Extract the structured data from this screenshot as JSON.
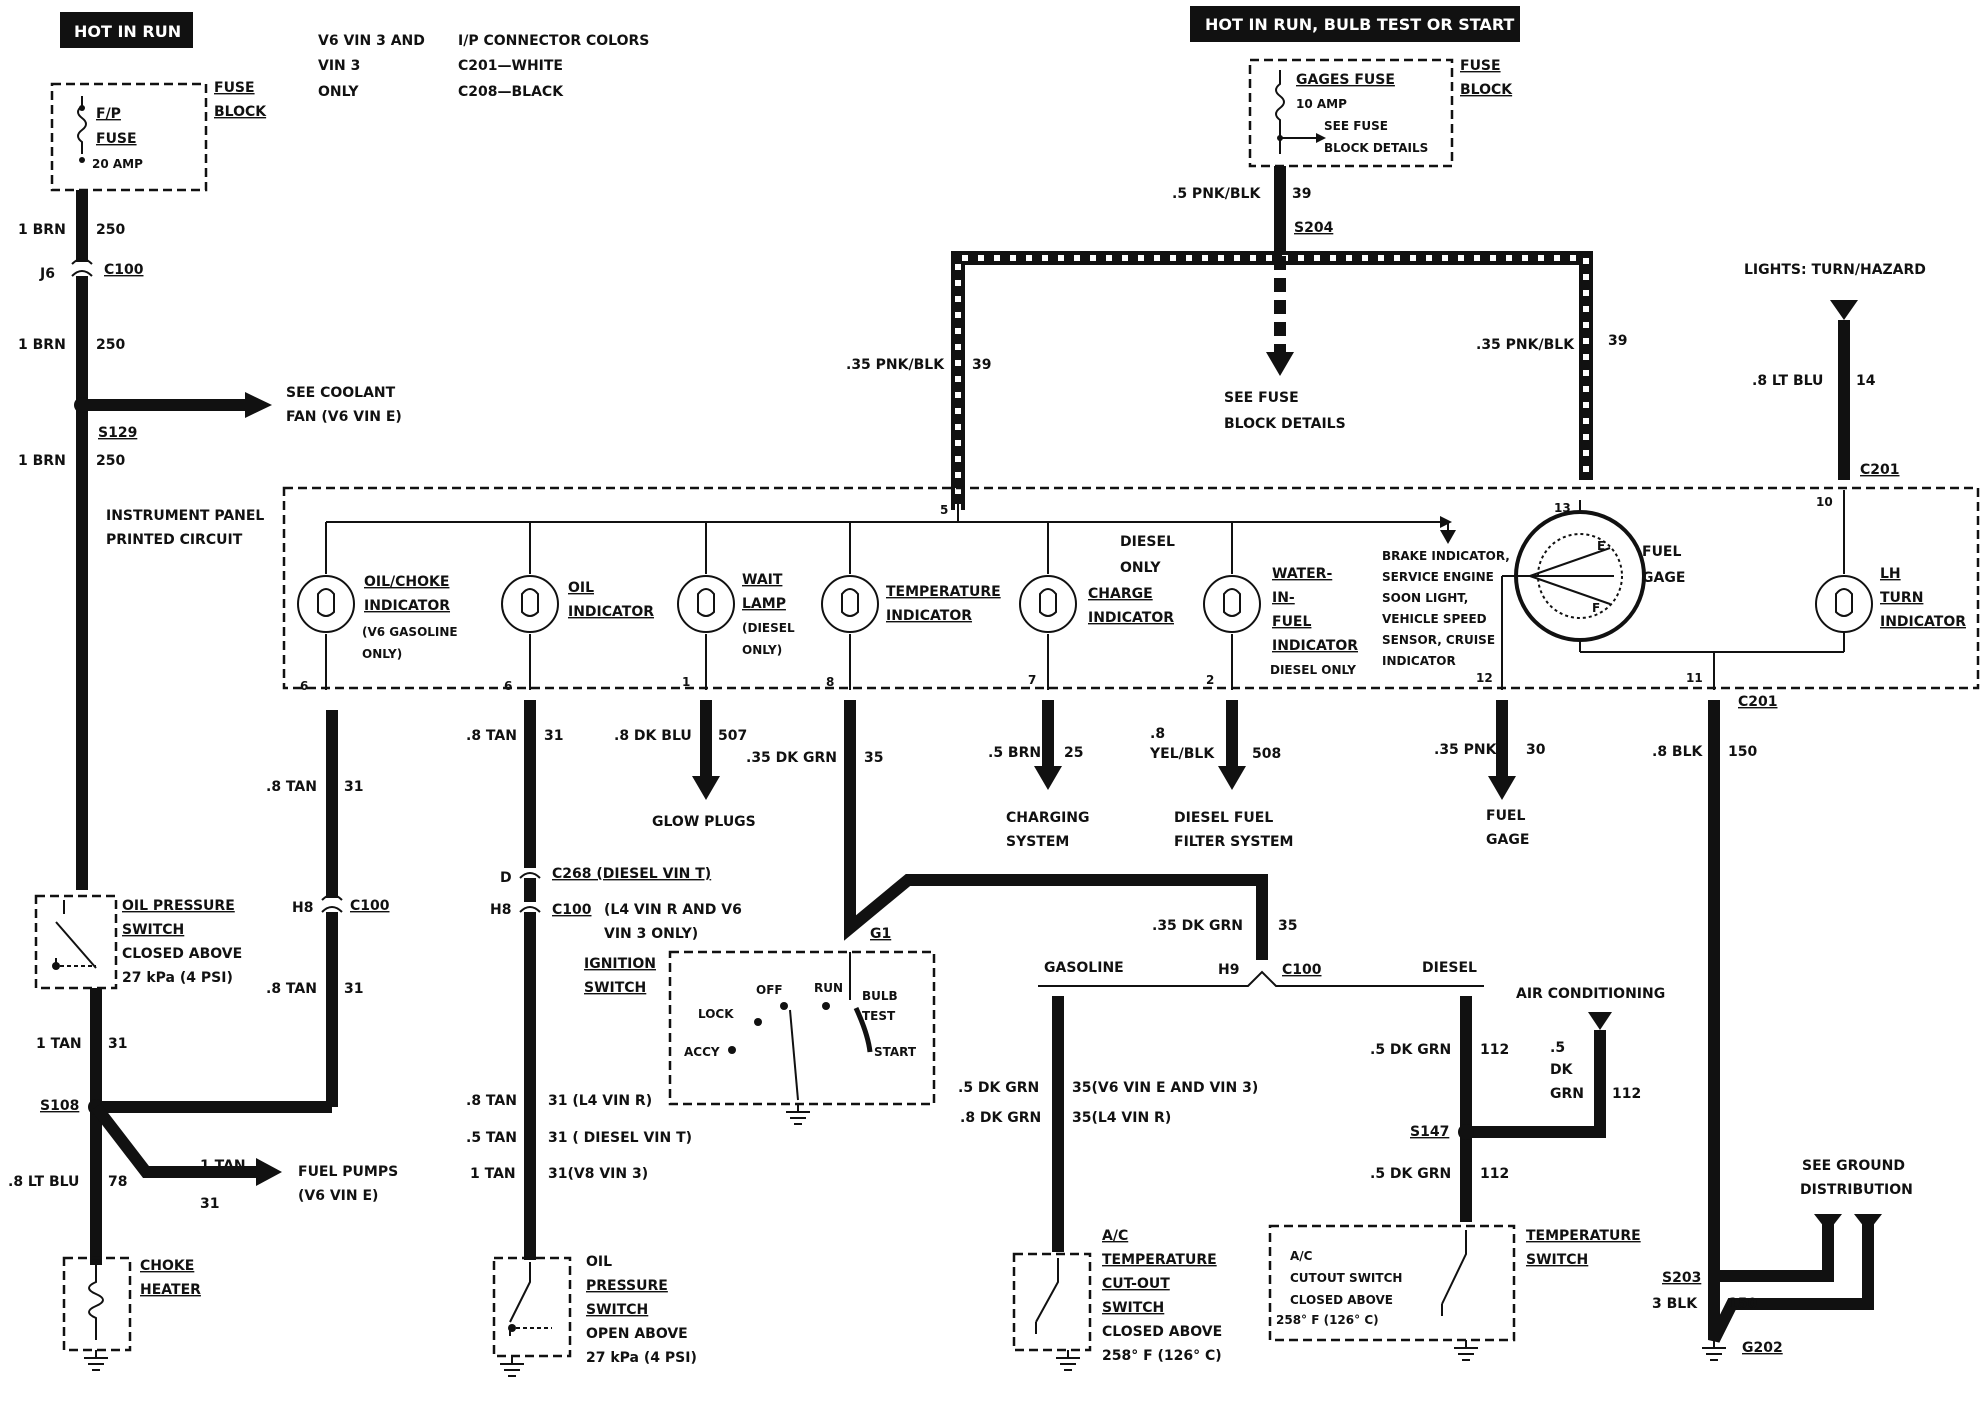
{
  "headers": {
    "hot_in_run": "HOT IN RUN",
    "hot_in_run_bulb": "HOT IN RUN, BULB TEST OR START"
  },
  "notes": {
    "vin_line1": "V6 VIN 3 AND",
    "vin_line2": "VIN 3",
    "vin_line3": "ONLY",
    "ip_colors_title": "I/P CONNECTOR COLORS",
    "c201": "C201—WHITE",
    "c208": "C208—BLACK"
  },
  "fuse_left": {
    "name1": "F/P",
    "name2": "FUSE",
    "rating": "20 AMP",
    "block1": "FUSE",
    "block2": "BLOCK"
  },
  "fuse_right": {
    "name": "GAGES FUSE",
    "rating": "10 AMP",
    "see1": "SEE FUSE",
    "see2": "BLOCK DETAILS",
    "block1": "FUSE",
    "block2": "BLOCK"
  },
  "left_wires": {
    "w1": "1 BRN",
    "c1": "250",
    "j6": "J6",
    "c100": "C100",
    "w2": "1 BRN",
    "c2": "250",
    "s129": "S129",
    "w3": "1 BRN",
    "c3": "250",
    "coolant1": "SEE COOLANT",
    "coolant2": "FAN (V6 VIN E)",
    "ops1": "OIL PRESSURE",
    "ops2": "SWITCH",
    "ops3": "CLOSED ABOVE",
    "ops4": "27 kPa (4 PSI)",
    "w4": "1 TAN",
    "c4": "31",
    "s108": "S108",
    "w5": "1 TAN",
    "c5": "31",
    "pumps1": "FUEL PUMPS",
    "pumps2": "(V6 VIN E)",
    "w6": ".8 LT BLU",
    "c6": "78",
    "choke1": "CHOKE",
    "choke2": "HEATER",
    "w7": ".8 TAN",
    "c7": "31",
    "h8": "H8",
    "c100b": "C100",
    "w8": ".8 TAN",
    "c8": "31"
  },
  "panel": {
    "title1": "INSTRUMENT PANEL",
    "title2": "PRINTED CIRCUIT",
    "diesel_only1": "DIESEL",
    "diesel_only2": "ONLY",
    "pins": [
      "6",
      "6",
      "1",
      "8",
      "7",
      "2",
      "12",
      "11",
      "5",
      "13",
      "10"
    ],
    "ind_oilchoke": [
      "OIL/CHOKE",
      "INDICATOR",
      "(V6 GASOLINE",
      "ONLY)"
    ],
    "ind_oil": [
      "OIL",
      "INDICATOR"
    ],
    "ind_wait": [
      "WAIT",
      "LAMP",
      "(DIESEL",
      "ONLY)"
    ],
    "ind_temp": [
      "TEMPERATURE",
      "INDICATOR"
    ],
    "ind_charge": [
      "CHARGE",
      "INDICATOR"
    ],
    "ind_water": [
      "WATER-",
      "IN-",
      "FUEL",
      "INDICATOR",
      "DIESEL ONLY"
    ],
    "ind_brake": [
      "BRAKE INDICATOR,",
      "SERVICE ENGINE",
      "SOON LIGHT,",
      "VEHICLE SPEED",
      "SENSOR, CRUISE",
      "INDICATOR"
    ],
    "fuel_gage": [
      "FUEL",
      "GAGE"
    ],
    "gage_e": "E",
    "gage_f": "F",
    "lh_turn": [
      "LH",
      "TURN",
      "INDICATOR"
    ],
    "c201": "C201",
    "c201b": "C201"
  },
  "top_wires": {
    "w39a": ".5 PNK/BLK",
    "c39a": "39",
    "s204": "S204",
    "w39b": ".35 PNK/BLK",
    "c39b": "39",
    "w39c": ".35 PNK/BLK",
    "c39c": "39",
    "see1": "SEE FUSE",
    "see2": "BLOCK DETAILS",
    "lights": "LIGHTS: TURN/HAZARD",
    "w14": ".8 LT BLU",
    "c14": "14"
  },
  "bottom_wires": {
    "w31a": ".8 TAN",
    "c31a": "31",
    "w507": ".8 DK BLU",
    "c507": "507",
    "glow": "GLOW PLUGS",
    "w35": ".35 DK GRN",
    "c35": "35",
    "w25": ".5 BRN",
    "c25": "25",
    "charging1": "CHARGING",
    "charging2": "SYSTEM",
    "w508a": ".8",
    "w508b": "YEL/BLK",
    "c508": "508",
    "dff1": "DIESEL FUEL",
    "dff2": "FILTER SYSTEM",
    "w30": ".35 PNK",
    "c30": "30",
    "fg1": "FUEL",
    "fg2": "GAGE",
    "w150": ".8 BLK",
    "c150": "150",
    "d": "D",
    "c268": "C268 (DIESEL VIN T)",
    "h8": "H8",
    "c100": "C100",
    "c100note1": "(L4 VIN R AND V6",
    "c100note2": "VIN 3 ONLY)",
    "ign1": "IGNITION",
    "ign2": "SWITCH",
    "g1": "G1",
    "lock": "LOCK",
    "off": "OFF",
    "run": "RUN",
    "bulb1": "BULB",
    "bulb2": "TEST",
    "accy": "ACCY",
    "start": "START",
    "tan1": ".8 TAN",
    "tan1c": "31 (L4 VIN R)",
    "tan2": ".5 TAN",
    "tan2c": "31 ( DIESEL VIN T)",
    "tan3": "1 TAN",
    "tan3c": "31(V8 VIN 3)",
    "ops1": "OIL",
    "ops2": "PRESSURE",
    "ops3": "SWITCH",
    "ops4": "OPEN ABOVE",
    "ops5": "27 kPa (4 PSI)",
    "w35b": ".35 DK GRN",
    "c35b": "35",
    "gasoline": "GASOLINE",
    "h9": "H9",
    "c100g": "C100",
    "diesel": "DIESEL",
    "g35a": ".5 DK GRN",
    "g35ac": "35(V6 VIN E AND  VIN 3)",
    "g35b": ".8 DK GRN",
    "g35bc": "35(L4 VIN R)",
    "ac1": "A/C",
    "ac2": "TEMPERATURE",
    "ac3": "CUT-OUT",
    "ac4": "SWITCH",
    "ac5": "CLOSED ABOVE",
    "ac6": "258° F (126° C)",
    "w112a": ".5 DK GRN",
    "c112a": "112",
    "aircond": "AIR CONDITIONING",
    "w112b1": ".5",
    "w112b2": "DK",
    "w112b3": "GRN",
    "c112b": "112",
    "s147": "S147",
    "w112c": ".5 DK GRN",
    "c112c": "112",
    "tsw1": "A/C",
    "tsw2": "CUTOUT SWITCH",
    "tsw3": "CLOSED ABOVE",
    "tsw4": "258° F (126° C)",
    "temp1": "TEMPERATURE",
    "temp2": "SWITCH",
    "seeg1": "SEE GROUND",
    "seeg2": "DISTRIBUTION",
    "s203": "S203",
    "w3blk": "3 BLK",
    "c3blk": "150",
    "g202": "G202"
  }
}
